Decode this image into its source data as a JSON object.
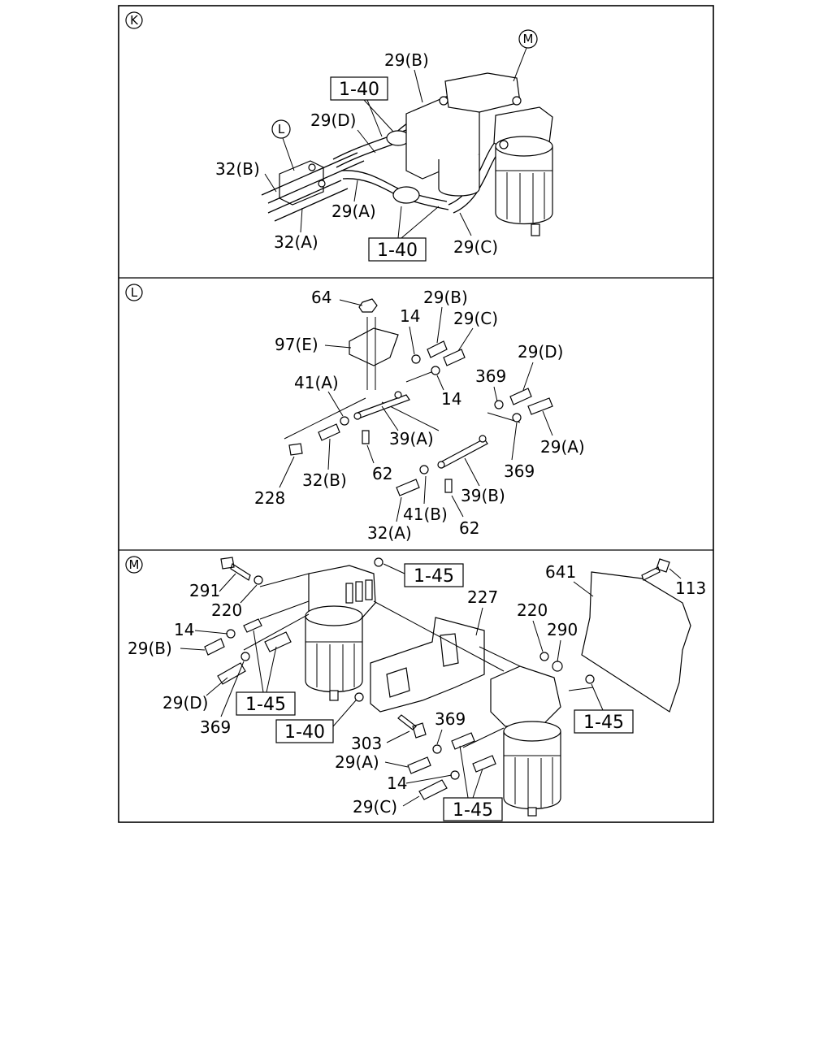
{
  "sections": [
    {
      "id": "K",
      "callouts": [
        {
          "id": "k-29b",
          "text": "29(B)"
        },
        {
          "id": "k-m",
          "text": "M"
        },
        {
          "id": "k-140a",
          "text": "1-40"
        },
        {
          "id": "k-29d",
          "text": "29(D)"
        },
        {
          "id": "k-l",
          "text": "L"
        },
        {
          "id": "k-32b",
          "text": "32(B)"
        },
        {
          "id": "k-29a",
          "text": "29(A)"
        },
        {
          "id": "k-32a",
          "text": "32(A)"
        },
        {
          "id": "k-140b",
          "text": "1-40"
        },
        {
          "id": "k-29c",
          "text": "29(C)"
        }
      ]
    },
    {
      "id": "L",
      "callouts": [
        {
          "id": "l-64",
          "text": "64"
        },
        {
          "id": "l-29b",
          "text": "29(B)"
        },
        {
          "id": "l-14a",
          "text": "14"
        },
        {
          "id": "l-29c",
          "text": "29(C)"
        },
        {
          "id": "l-97e",
          "text": "97(E)"
        },
        {
          "id": "l-29d",
          "text": "29(D)"
        },
        {
          "id": "l-41a",
          "text": "41(A)"
        },
        {
          "id": "l-369a",
          "text": "369"
        },
        {
          "id": "l-14b",
          "text": "14"
        },
        {
          "id": "l-39a",
          "text": "39(A)"
        },
        {
          "id": "l-29a",
          "text": "29(A)"
        },
        {
          "id": "l-369b",
          "text": "369"
        },
        {
          "id": "l-32b",
          "text": "32(B)"
        },
        {
          "id": "l-62a",
          "text": "62"
        },
        {
          "id": "l-228",
          "text": "228"
        },
        {
          "id": "l-39b",
          "text": "39(B)"
        },
        {
          "id": "l-41b",
          "text": "41(B)"
        },
        {
          "id": "l-62b",
          "text": "62"
        },
        {
          "id": "l-32a",
          "text": "32(A)"
        }
      ]
    },
    {
      "id": "M",
      "callouts": [
        {
          "id": "m-291",
          "text": "291"
        },
        {
          "id": "m-145a",
          "text": "1-45"
        },
        {
          "id": "m-641",
          "text": "641"
        },
        {
          "id": "m-113",
          "text": "113"
        },
        {
          "id": "m-220a",
          "text": "220"
        },
        {
          "id": "m-227",
          "text": "227"
        },
        {
          "id": "m-14a",
          "text": "14"
        },
        {
          "id": "m-220b",
          "text": "220"
        },
        {
          "id": "m-290",
          "text": "290"
        },
        {
          "id": "m-29b",
          "text": "29(B)"
        },
        {
          "id": "m-29d",
          "text": "29(D)"
        },
        {
          "id": "m-145b",
          "text": "1-45"
        },
        {
          "id": "m-369a",
          "text": "369"
        },
        {
          "id": "m-140",
          "text": "1-40"
        },
        {
          "id": "m-145c",
          "text": "1-45"
        },
        {
          "id": "m-369b",
          "text": "369"
        },
        {
          "id": "m-303",
          "text": "303"
        },
        {
          "id": "m-29a",
          "text": "29(A)"
        },
        {
          "id": "m-14b",
          "text": "14"
        },
        {
          "id": "m-29c",
          "text": "29(C)"
        },
        {
          "id": "m-145d",
          "text": "1-45"
        }
      ]
    }
  ]
}
